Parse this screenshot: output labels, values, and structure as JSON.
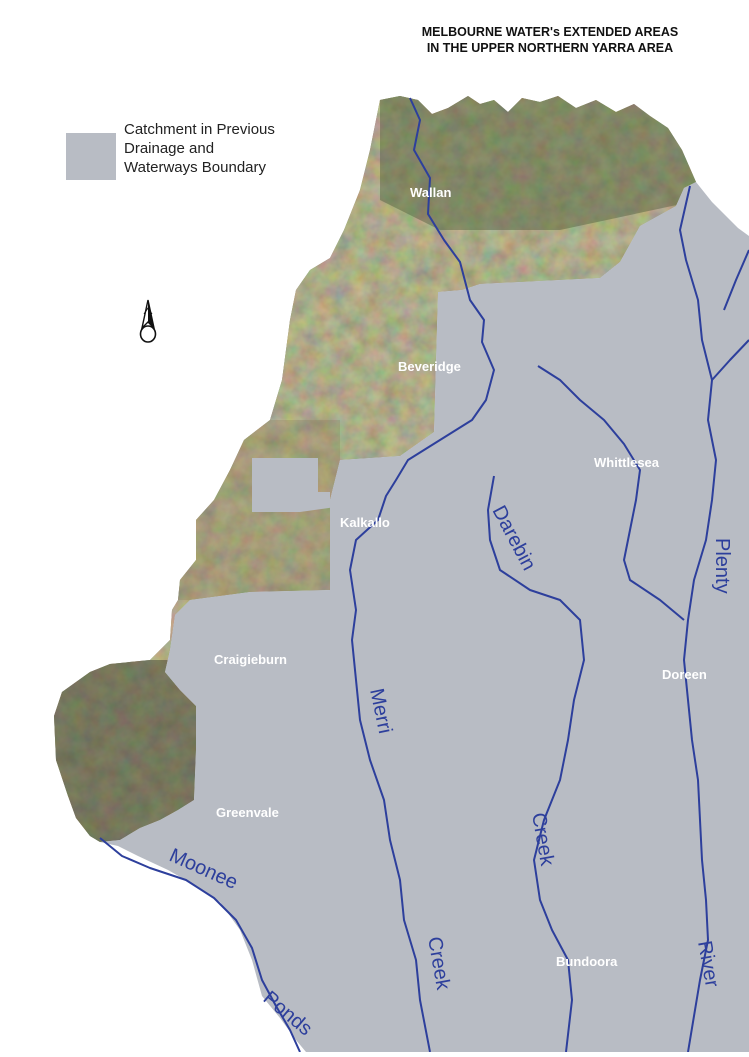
{
  "title": {
    "line1": "MELBOURNE WATER's EXTENDED AREAS",
    "line2": "IN THE UPPER NORTHERN YARRA AREA"
  },
  "legend": {
    "line1": "Catchment in Previous",
    "line2": "Drainage and",
    "line3": "Waterways Boundary",
    "swatch_color": "#b8bcc4"
  },
  "colors": {
    "catchment": "#b8bcc4",
    "river": "#2d3f9c",
    "river_label": "#2d3f9c",
    "town_label": "#ffffff",
    "aerial_base": "#7a7552"
  },
  "towns": {
    "wallan": "Wallan",
    "beveridge": "Beveridge",
    "whittlesea": "Whittlesea",
    "kalkallo": "Kalkallo",
    "craigieburn": "Craigieburn",
    "doreen": "Doreen",
    "greenvale": "Greenvale",
    "bundoora": "Bundoora"
  },
  "waterways": {
    "darebin": "Darebin",
    "merri": "Merri",
    "creek_merri": "Creek",
    "creek_darebin": "Creek",
    "plenty": "Plenty",
    "river": "River",
    "moonee": "Moonee",
    "ponds": "Ponds"
  },
  "north_arrow": {
    "icon": "north-arrow-icon"
  }
}
